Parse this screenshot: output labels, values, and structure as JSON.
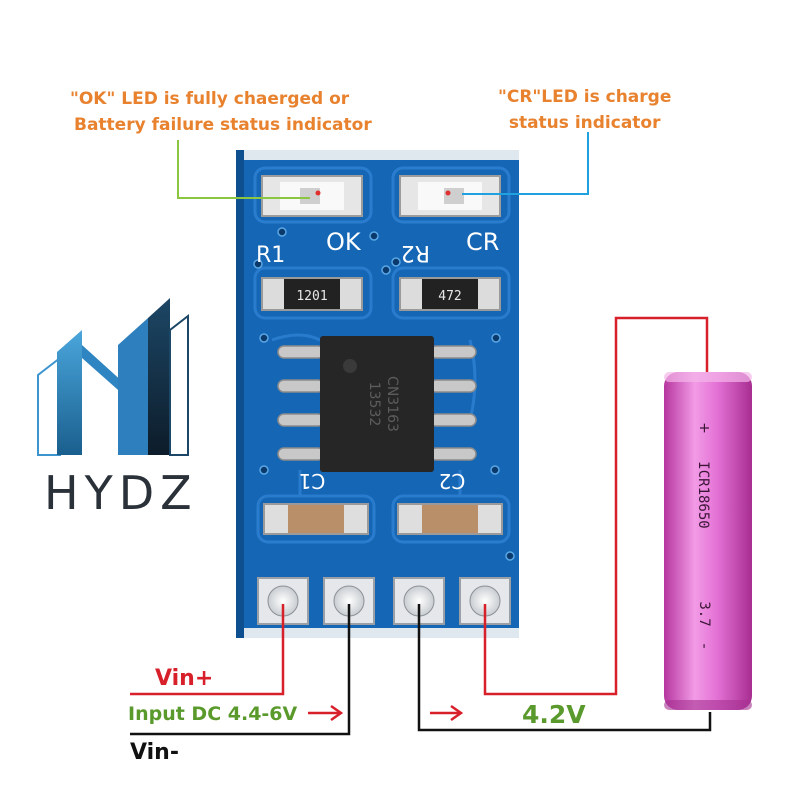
{
  "logo": {
    "text": "HYDZ"
  },
  "annotations": {
    "ok_led_line1": "\"OK\" LED is fully chaerged or",
    "ok_led_line2": "Battery failure status indicator",
    "cr_led_line1": "\"CR\"LED is charge",
    "cr_led_line2": "status indicator"
  },
  "board": {
    "label_r1": "R1",
    "label_ok": "OK",
    "label_r2": "R2",
    "label_cr": "CR",
    "resistor_r1_code": "1201",
    "resistor_r2_code": "472",
    "chip_line1": "CN3163",
    "chip_line2": "13532",
    "label_c1": "C1",
    "label_c2": "C2"
  },
  "wiring": {
    "vin_plus": "Vin+",
    "input_dc": "Input DC 4.4-6V",
    "output_voltage": "4.2V",
    "vin_minus": "Vin-"
  },
  "battery": {
    "plus_mark": "+",
    "model": "ICR18650",
    "voltage": "3.7",
    "minus_mark": "-"
  },
  "colors": {
    "pcb": "#1566b4",
    "annotation_orange": "#e8822e",
    "wire_red": "#d8202a",
    "wire_black": "#111111",
    "ok_pointer": "#8bc640",
    "cr_pointer": "#1fa0df",
    "battery_pink": "#e57ad6"
  }
}
